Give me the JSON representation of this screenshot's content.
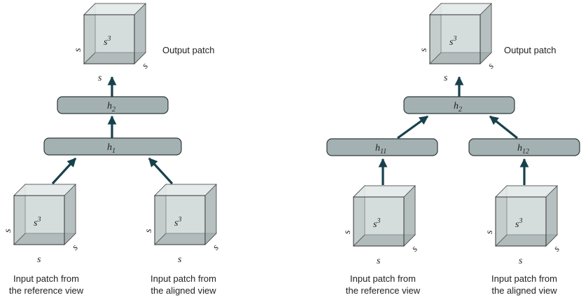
{
  "left_panel": {
    "output_cube": {
      "volume": "s",
      "volume_exp": "3",
      "side_label": "s",
      "bottom_label": "s",
      "depth_label": "s"
    },
    "output_caption": "Output patch",
    "layers": [
      {
        "name": "h",
        "sub": "2"
      },
      {
        "name": "h",
        "sub": "1"
      }
    ],
    "inputs": [
      {
        "volume": "s",
        "volume_exp": "3",
        "side_label": "s",
        "bottom_label": "s",
        "depth_label": "s",
        "caption_line1": "Input patch from",
        "caption_line2": "the reference view"
      },
      {
        "volume": "s",
        "volume_exp": "3",
        "side_label": "s",
        "bottom_label": "s",
        "depth_label": "s",
        "caption_line1": "Input patch from",
        "caption_line2": "the aligned view"
      }
    ]
  },
  "right_panel": {
    "output_cube": {
      "volume": "s",
      "volume_exp": "3",
      "side_label": "s",
      "bottom_label": "s",
      "depth_label": "s"
    },
    "output_caption": "Output patch",
    "top_layer": {
      "name": "h",
      "sub": "2"
    },
    "branch_layers": [
      {
        "name": "h",
        "sub": "11"
      },
      {
        "name": "h",
        "sub": "12"
      }
    ],
    "inputs": [
      {
        "volume": "s",
        "volume_exp": "3",
        "side_label": "s",
        "bottom_label": "s",
        "depth_label": "s",
        "caption_line1": "Input patch from",
        "caption_line2": "the reference view"
      },
      {
        "volume": "s",
        "volume_exp": "3",
        "side_label": "s",
        "bottom_label": "s",
        "depth_label": "s",
        "caption_line1": "Input patch from",
        "caption_line2": "the aligned view"
      }
    ]
  },
  "colors": {
    "cube_front": "#c9d1d1",
    "cube_side": "#a9b4b4",
    "cube_top": "#dfe5e5",
    "cube_bottom": "#9faaaa",
    "layer_fill": "#a4b1b2",
    "arrow": "#17414c"
  }
}
